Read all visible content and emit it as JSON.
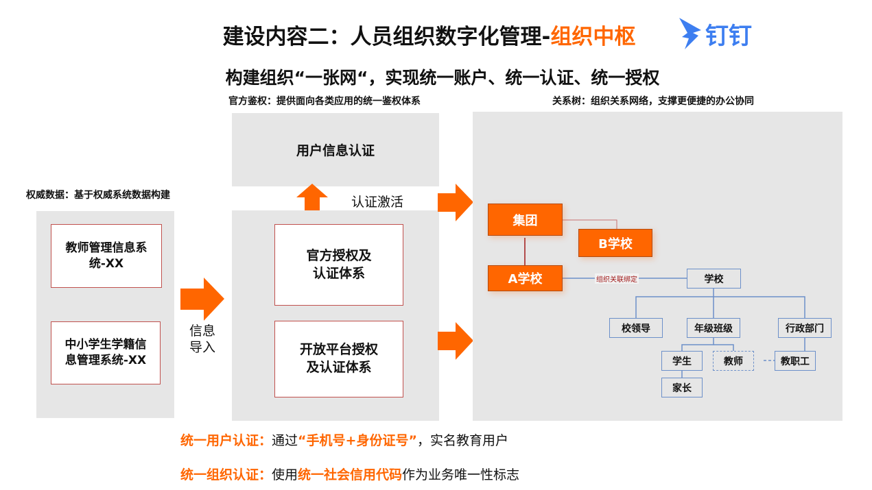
{
  "header": {
    "title_main": "建设内容二：人员组织数字化管理-",
    "title_highlight": "组织中枢",
    "logo_text": "钉钉",
    "subtitle": "构建组织“一张网“，实现统一账户、统一认证、统一授权"
  },
  "left": {
    "label": "权威数据：基于权威系统数据构建",
    "systems": [
      "教师管理信息系\n统-XX",
      "中小学生学籍信\n息管理系统-XX"
    ],
    "arrow_label": "信息\n导入"
  },
  "middle": {
    "label": "官方鉴权：提供面向各类应用的统一鉴权体系",
    "top_box": "用户信息认证",
    "activate_label": "认证激活",
    "boxes": [
      "官方授权及\n认证体系",
      "开放平台授权\n及认证体系"
    ]
  },
  "right": {
    "label": "关系树：组织关系网络，支撑更便捷的办公协同",
    "nodes": {
      "group": "集团",
      "school_b": "B学校",
      "school_a": "A学校",
      "school": "学校",
      "leaders": "校领导",
      "grade_class": "年级班级",
      "admin_dept": "行政部门",
      "student": "学生",
      "teacher": "教师",
      "staff": "教职工",
      "parent": "家长"
    },
    "binding_label": "组织关联绑定"
  },
  "footer": {
    "line1_label": "统一用户认证：",
    "line1_pre": "通过",
    "line1_highlight": "“手机号+身份证号”",
    "line1_post": "，实名教育用户",
    "line2_label": "统一组织认证：",
    "line2_pre": "使用",
    "line2_highlight": "统一社会信用代码",
    "line2_post": "作为业务唯一性标志"
  },
  "colors": {
    "accent": "#FF6600",
    "logo": "#3D7EF0",
    "tree_border": "#6B8FC9"
  }
}
